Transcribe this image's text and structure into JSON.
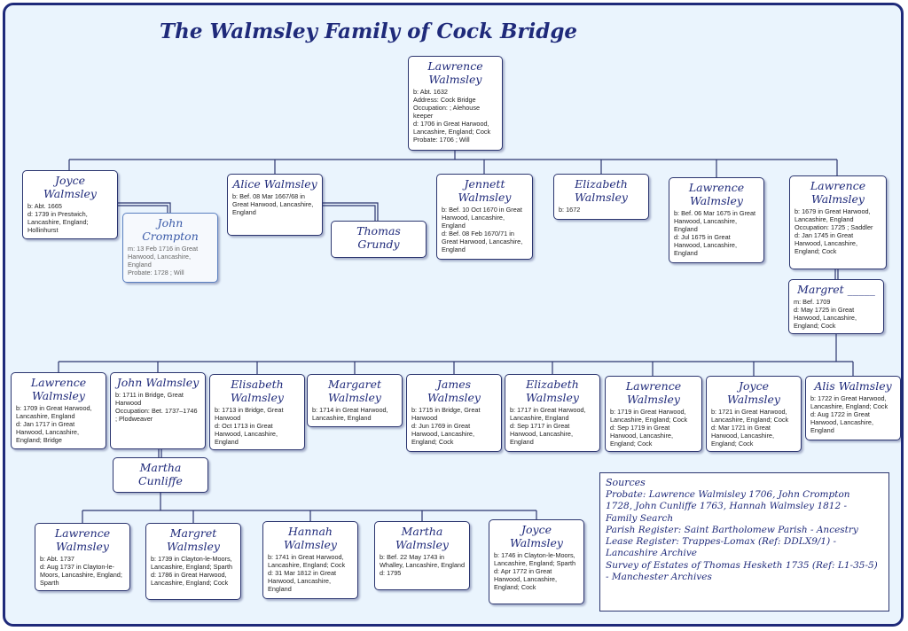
{
  "title": "The Walmsley Family of Cock Bridge",
  "colors": {
    "border": "#1f2a7a",
    "background": "#eaf4fd",
    "name": "#1f2a7a",
    "spouse_name": "#3a5aa8"
  },
  "people": {
    "lawrence_1632": {
      "name": "Lawrence Walmsley",
      "details": [
        "b: Abt. 1632",
        "Address: Cock Bridge",
        "Occupation: ; Alehouse keeper",
        "d: 1706 in Great Harwood, Lancashire, England; Cock",
        "Probate: 1706 ; Will"
      ]
    },
    "joyce_1665": {
      "name": "Joyce Walmsley",
      "details": [
        "b: Abt. 1665",
        "d: 1739 in Prestwich, Lancashire, England; Hollinhurst"
      ]
    },
    "john_crompton": {
      "name": "John Crompton",
      "details": [
        "m: 13 Feb 1716 in Great Harwood, Lancashire, England",
        "Probate: 1728 ; Will"
      ]
    },
    "alice_1667": {
      "name": "Alice Walmsley",
      "details": [
        "b: Bef. 08 Mar 1667/68 in Great Harwood, Lancashire, England"
      ]
    },
    "thomas_grundy": {
      "name": "Thomas Grundy",
      "details": []
    },
    "jennett_1670": {
      "name": "Jennett Walmsley",
      "details": [
        "b: Bef. 10 Oct 1670 in Great Harwood, Lancashire, England",
        "d: Bef. 08 Feb 1670/71 in Great Harwood, Lancashire, England"
      ]
    },
    "elizabeth_1672": {
      "name": "Elizabeth Walmsley",
      "details": [
        "b: 1672"
      ]
    },
    "lawrence_1675": {
      "name": "Lawrence Walmsley",
      "details": [
        "b: Bef. 06 Mar 1675 in Great Harwood, Lancashire, England",
        "d: Jul 1675 in Great Harwood, Lancashire, England"
      ]
    },
    "lawrence_1679": {
      "name": "Lawrence Walmsley",
      "details": [
        "b: 1679 in Great Harwood, Lancashire, England",
        "Occupation: 1725 ; Saddler",
        "d: Jan 1745 in Great Harwood, Lancashire, England; Cock"
      ]
    },
    "margret": {
      "name": "Margret _____",
      "details": [
        "m: Bef. 1709",
        "d: May 1725 in Great Harwood, Lancashire, England; Cock"
      ]
    },
    "lawrence_1709": {
      "name": "Lawrence Walmsley",
      "details": [
        "b: 1709 in Great Harwood, Lancashire, England",
        "d: Jan 1717 in Great Harwood, Lancashire, England; Bridge"
      ]
    },
    "john_1711": {
      "name": "John Walmsley",
      "details": [
        "b: 1711 in Bridge, Great Harwood",
        "Occupation: Bet. 1737–1746 ; Plodweaver"
      ]
    },
    "elisabeth_1713": {
      "name": "Elisabeth Walmsley",
      "details": [
        "b: 1713 in Bridge, Great Harwood",
        "d: Oct 1713 in Great Harwood, Lancashire, England"
      ]
    },
    "margaret_1714": {
      "name": "Margaret Walmsley",
      "details": [
        "b: 1714 in Great Harwood, Lancashire, England"
      ]
    },
    "james_1715": {
      "name": "James Walmsley",
      "details": [
        "b: 1715 in Bridge, Great Harwood",
        "d: Jun 1769 in Great Harwood, Lancashire, England; Cock"
      ]
    },
    "elizabeth_1717": {
      "name": "Elizabeth Walmsley",
      "details": [
        "b: 1717 in Great Harwood, Lancashire, England",
        "d: Sep 1717 in Great Harwood, Lancashire, England"
      ]
    },
    "lawrence_1719": {
      "name": "Lawrence Walmsley",
      "details": [
        "b: 1719 in Great Harwood, Lancashire, England; Cock",
        "d: Sep 1719 in Great Harwood, Lancashire, England; Cock"
      ]
    },
    "joyce_1721": {
      "name": "Joyce Walmsley",
      "details": [
        "b: 1721 in Great Harwood, Lancashire, England; Cock",
        "d: Mar 1721 in Great Harwood, Lancashire, England; Cock"
      ]
    },
    "alis_1722": {
      "name": "Alis Walmsley",
      "details": [
        "b: 1722 in Great Harwood, Lancashire, England; Cock",
        "d: Aug 1722 in Great Harwood, Lancashire, England"
      ]
    },
    "martha_cunliffe": {
      "name": "Martha Cunliffe",
      "details": []
    },
    "lawrence_1737": {
      "name": "Lawrence Walmsley",
      "details": [
        "b: Abt. 1737",
        "d: Aug 1737 in Clayton-le-Moors, Lancashire, England; Sparth"
      ]
    },
    "margret_1739": {
      "name": "Margret Walmsley",
      "details": [
        "b: 1739 in Clayton-le-Moors, Lancashire, England; Sparth",
        "d: 1786 in Great Harwood, Lancashire, England; Cock"
      ]
    },
    "hannah_1741": {
      "name": "Hannah Walmsley",
      "details": [
        "b: 1741 in Great Harwood, Lancashire, England; Cock",
        "d: 31 Mar 1812 in Great Harwood, Lancashire, England"
      ]
    },
    "martha_1743": {
      "name": "Martha Walmsley",
      "details": [
        "b: Bef. 22 May 1743 in Whalley, Lancashire, England",
        "d: 1795"
      ]
    },
    "joyce_1746": {
      "name": "Joyce Walmsley",
      "details": [
        "b: 1746 in Clayton-le-Moors, Lancashire, England; Sparth",
        "d: Apr 1772 in Great Harwood, Lancashire, England; Cock"
      ]
    }
  },
  "sources": {
    "heading": "Sources",
    "lines": [
      "Probate: Lawrence Walmisley 1706, John Crompton",
      "1728, John Cunliffe 1763, Hannah Walmsley 1812 -",
      "Family Search",
      "Parish Register: Saint Bartholomew Parish - Ancestry",
      "Lease Register: Trappes-Lomax (Ref: DDLX9/1) -",
      "Lancashire Archive",
      "Survey of Estates of Thomas Hesketh 1735 (Ref: L1-35-5)",
      "- Manchester Archives"
    ]
  }
}
